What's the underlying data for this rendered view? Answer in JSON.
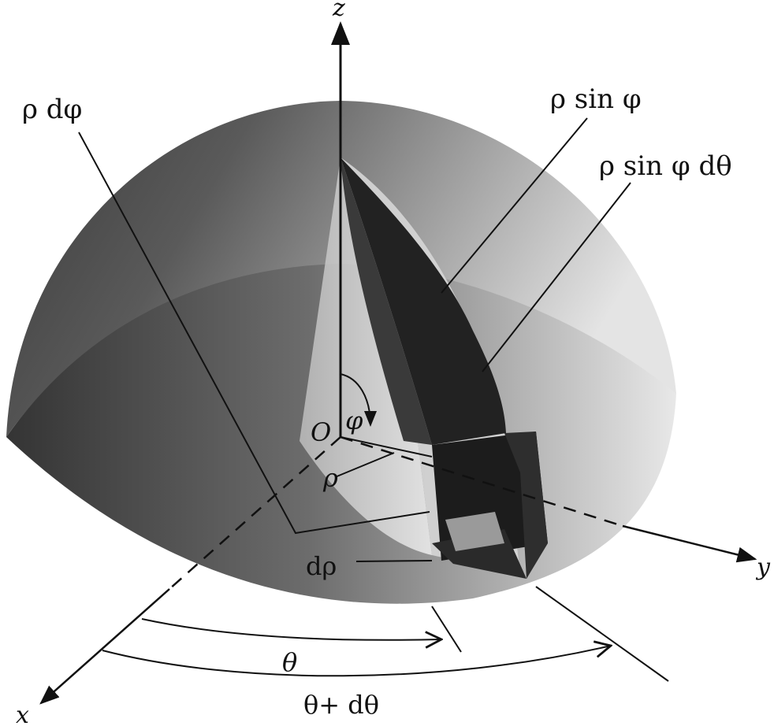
{
  "labels": {
    "z_axis": "z",
    "y_axis": "y",
    "x_axis": "x",
    "origin": "O",
    "phi": "φ",
    "rho": "ρ",
    "rho_dphi": "ρ dφ",
    "rho_sin_phi": "ρ sin φ",
    "rho_sin_phi_dtheta": "ρ sin φ dθ",
    "d_rho": "dρ",
    "theta": "θ",
    "theta_plus_dtheta": "θ+ dθ"
  },
  "colors": {
    "background": "#ffffff",
    "line": "#111111",
    "dome_light": "#e6e6e6",
    "dome_dark": "#3c3c3c",
    "wedge": "#1e1e1e"
  }
}
